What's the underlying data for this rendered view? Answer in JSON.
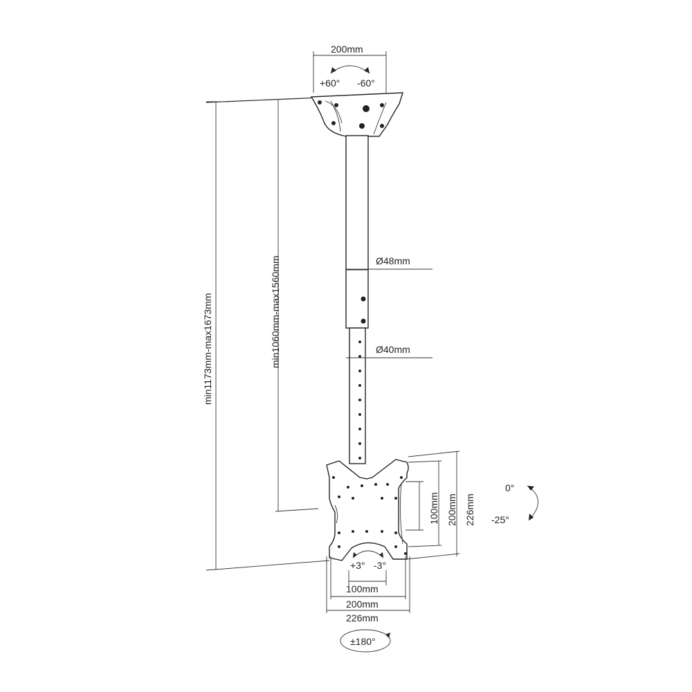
{
  "labels": {
    "top_width": "200mm",
    "swivel_left": "+60°",
    "swivel_right": "-60°",
    "height_total": "min1173mm-max1673mm",
    "height_pole": "min1060mm-max1560mm",
    "outer_diameter": "Ø48mm",
    "inner_diameter": "Ø40mm",
    "vesa_h_small": "100mm",
    "vesa_h_mid": "200mm",
    "vesa_h_large": "226mm",
    "tilt_top": "0°",
    "tilt_bottom": "-25°",
    "level_left": "+3°",
    "level_right": "-3°",
    "vesa_w_small": "100mm",
    "vesa_w_mid": "200mm",
    "vesa_w_large": "226mm",
    "rotation": "±180°"
  },
  "colors": {
    "line": "#222222",
    "background": "#ffffff"
  }
}
